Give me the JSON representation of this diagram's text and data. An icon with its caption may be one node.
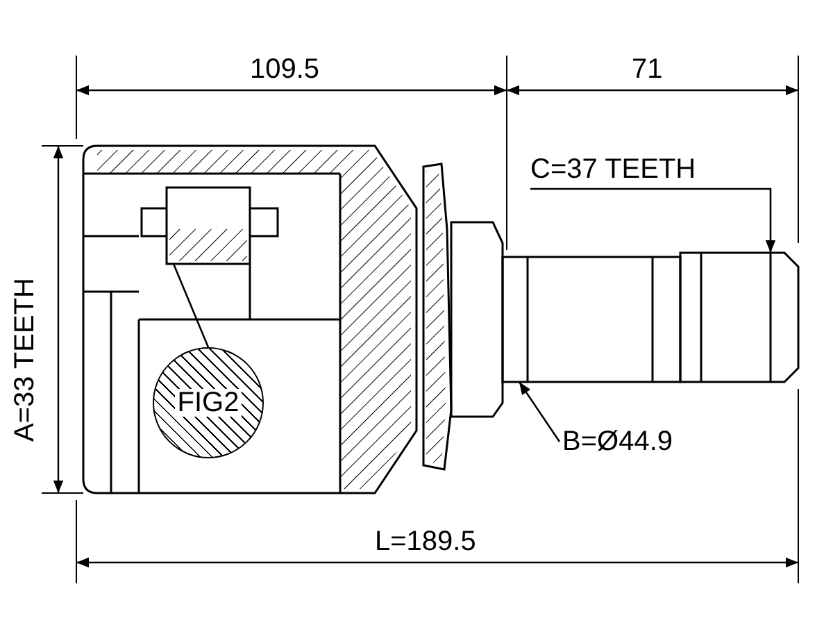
{
  "diagram": {
    "nodes": [
      {
        "text": [
          "C=37 TEETH"
        ]
      },
      {
        "text": [],
        "shape": "picture"
      },
      {
        "text": [
          "B=Ø44.9"
        ]
      },
      {
        "text": [],
        "shape": "picture"
      },
      {
        "text": [
          "FIG2"
        ]
      },
      {
        "text": [],
        "shape": "picture"
      }
    ],
    "edges": [
      {
        "from": 0,
        "to": 1,
        "arrow": "to"
      },
      {
        "from": 2,
        "to": 3,
        "arrow": "to"
      },
      {
        "from": 4,
        "to": 5,
        "arrow": "none"
      }
    ],
    "labels": [
      "109.5",
      "71",
      "A=33 TEETH",
      "L=189.5"
    ]
  }
}
